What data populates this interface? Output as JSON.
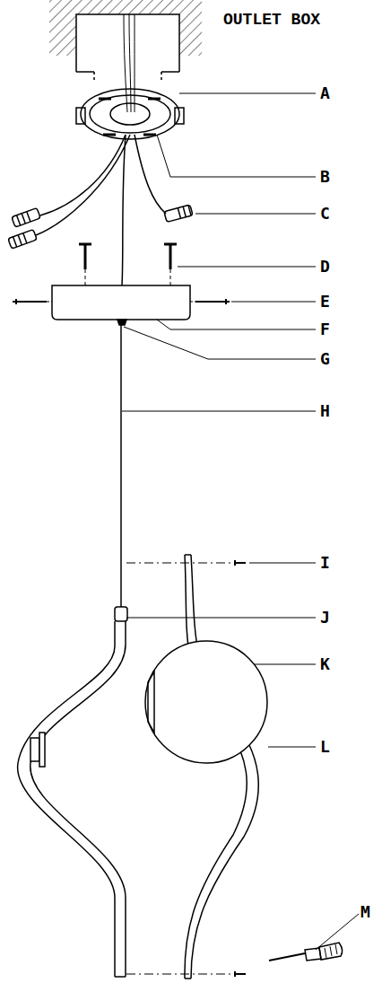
{
  "diagram": {
    "labels": [
      "OUTLET BOX",
      "A",
      "B",
      "C",
      "D",
      "E",
      "F",
      "G",
      "H",
      "I",
      "J",
      "K",
      "L",
      "M"
    ]
  }
}
